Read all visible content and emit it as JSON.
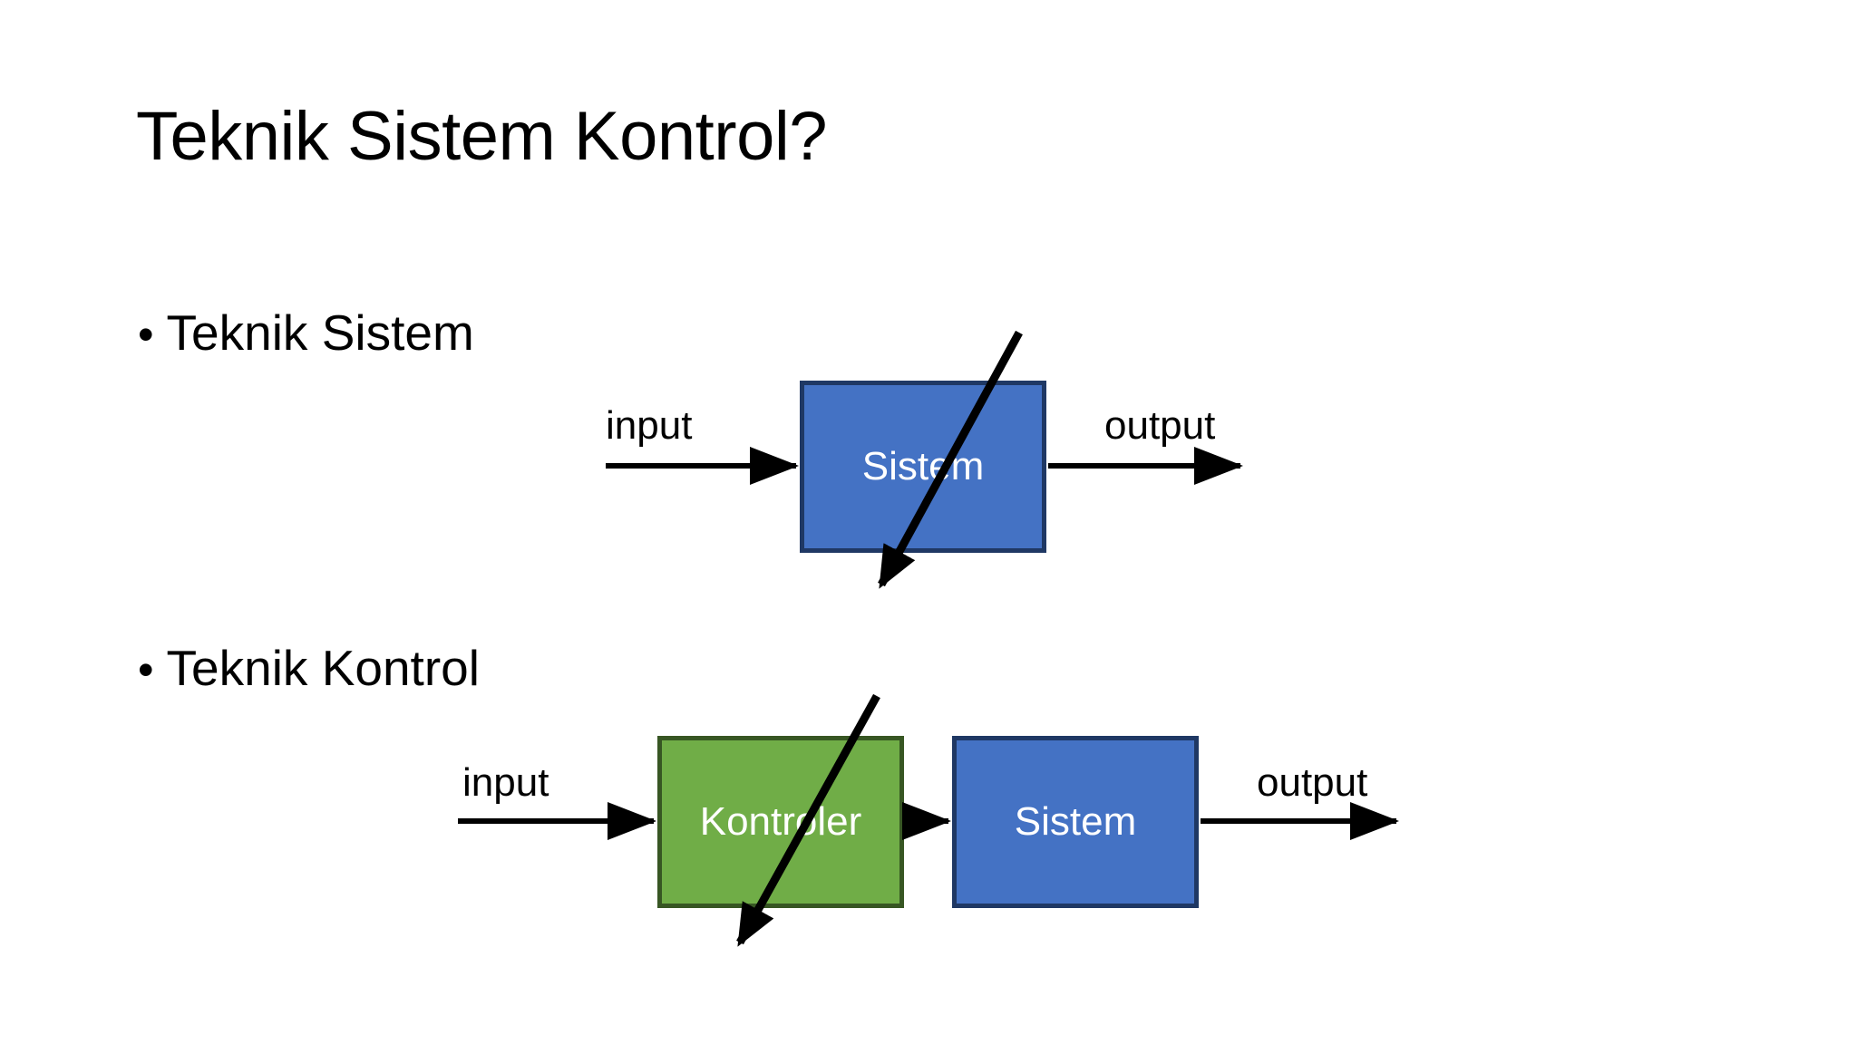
{
  "slide": {
    "title": "Teknik Sistem Kontrol?",
    "background_color": "#FFFFFF"
  },
  "bullets": [
    {
      "marker": "•",
      "text": "Teknik Sistem"
    },
    {
      "marker": "•",
      "text": "Teknik Kontrol"
    }
  ],
  "colors": {
    "blue_fill": "#4472C4",
    "blue_border": "#1F3864",
    "green_fill": "#70AD47",
    "green_border": "#375623",
    "line": "#000000",
    "box_text": "#FFFFFF",
    "body_text": "#000000"
  },
  "diagrams": [
    {
      "id": "teknik-sistem-diagram",
      "input_label": "input",
      "output_label": "output",
      "blocks": [
        {
          "label": "Sistem",
          "fill": "#4472C4",
          "border": "#1F3864"
        }
      ],
      "annotation": "diagonal-strike-arrow"
    },
    {
      "id": "teknik-kontrol-diagram",
      "input_label": "input",
      "output_label": "output",
      "blocks": [
        {
          "label": "Kontroler",
          "fill": "#70AD47",
          "border": "#375623"
        },
        {
          "label": "Sistem",
          "fill": "#4472C4",
          "border": "#1F3864"
        }
      ],
      "annotation": "diagonal-strike-arrow"
    }
  ]
}
